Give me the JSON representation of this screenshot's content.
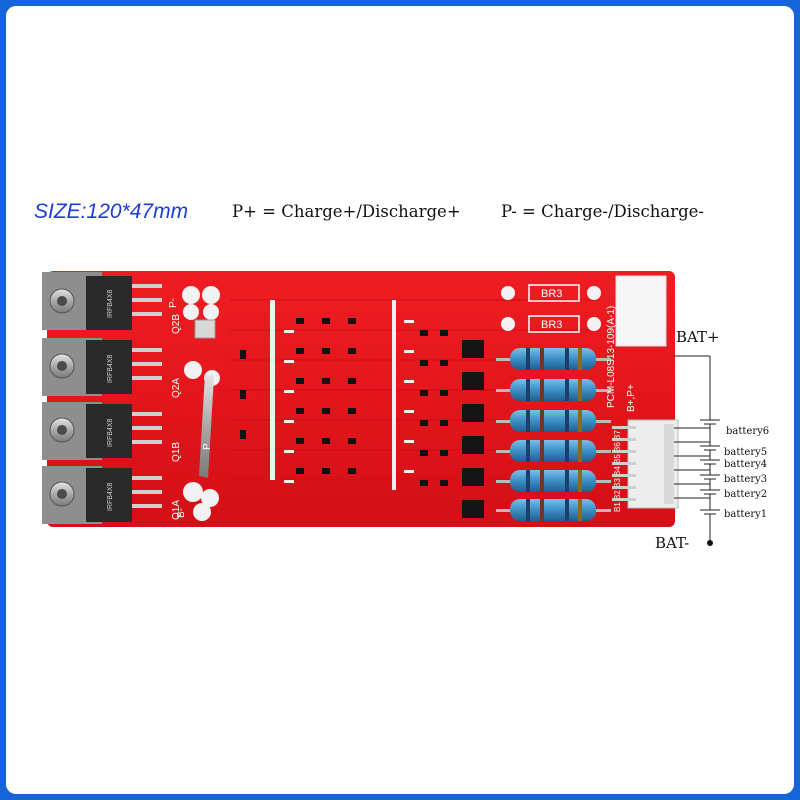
{
  "header": {
    "size_label": "SIZE:120*47mm",
    "p_plus_definition": "P+ = Charge+/Discharge+",
    "p_minus_definition": "P- = Charge-/Discharge-"
  },
  "pcb": {
    "model": "PCM-L08S13-109(A-1)",
    "bplus_label": "B+,P+",
    "b_minus_label": "B-",
    "p_minus_label": "P-",
    "p_label": "P",
    "mosfet_labels": [
      "Q2B",
      "Q2A",
      "Q1B",
      "Q1A"
    ],
    "mosfet_part": "IRFB4X8",
    "br_labels": [
      "BR3",
      "BR3"
    ],
    "connector_pins": "B1 B2 B3 B4 B5 B6 B7"
  },
  "wiring": {
    "bat_plus": "BAT+",
    "bat_minus": "BAT-",
    "batteries": [
      "battery6",
      "battery5",
      "battery4",
      "battery3",
      "battery2",
      "battery1"
    ]
  },
  "colors": {
    "frame": "#1565d8",
    "pcb": "#e8141a",
    "resistor": "#3f93c9",
    "size_text": "#1e3cd6"
  }
}
